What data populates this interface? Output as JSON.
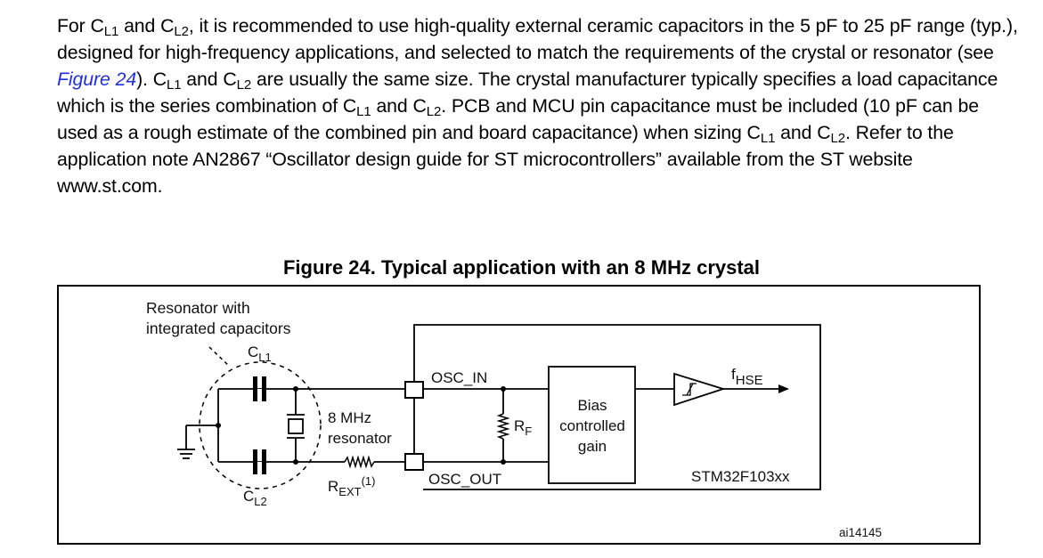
{
  "paragraph": {
    "p1": "For C",
    "s1": "L1",
    "p2": " and C",
    "s2": "L2",
    "p3": ", it is recommended to use high-quality external ceramic capacitors in the 5 pF to 25 pF range (typ.), designed for high-frequency applications, and selected to match the requirements of the crystal or resonator (see ",
    "link": "Figure 24",
    "p4": "). C",
    "s3": "L1",
    "p5": " and C",
    "s4": "L2",
    "p6": " are usually the same size. The crystal manufacturer typically specifies a load capacitance which is the series combination of C",
    "s5": "L1",
    "p7": " and C",
    "s6": "L2",
    "p8": ". PCB and MCU pin capacitance must be included (10 pF can be used as a rough estimate of the combined pin and board capacitance) when sizing C",
    "s7": "L1",
    "p9": " and C",
    "s8": "L2",
    "p10": ". Refer to the application note AN2867 “Oscillator design guide for ST microcontrollers” available from the ST website www.st.com."
  },
  "figure": {
    "title": "Figure 24. Typical application with an 8 MHz crystal",
    "resonator_caption_line1": "Resonator with",
    "resonator_caption_line2": "integrated capacitors",
    "cl1_main": "C",
    "cl1_sub": "L1",
    "cl2_main": "C",
    "cl2_sub": "L2",
    "resonator_label_line1": "8 MHz",
    "resonator_label_line2": "resonator",
    "rext_main": "R",
    "rext_sub": "EXT",
    "rext_sup": "(1)",
    "osc_in": "OSC_IN",
    "osc_out": "OSC_OUT",
    "rf_main": "R",
    "rf_sub": "F",
    "bias_line1": "Bias",
    "bias_line2": "controlled",
    "bias_line3": "gain",
    "fhse_main": "f",
    "fhse_sub": "HSE",
    "chip_name": "STM32F103xx",
    "figure_id": "ai14145"
  }
}
